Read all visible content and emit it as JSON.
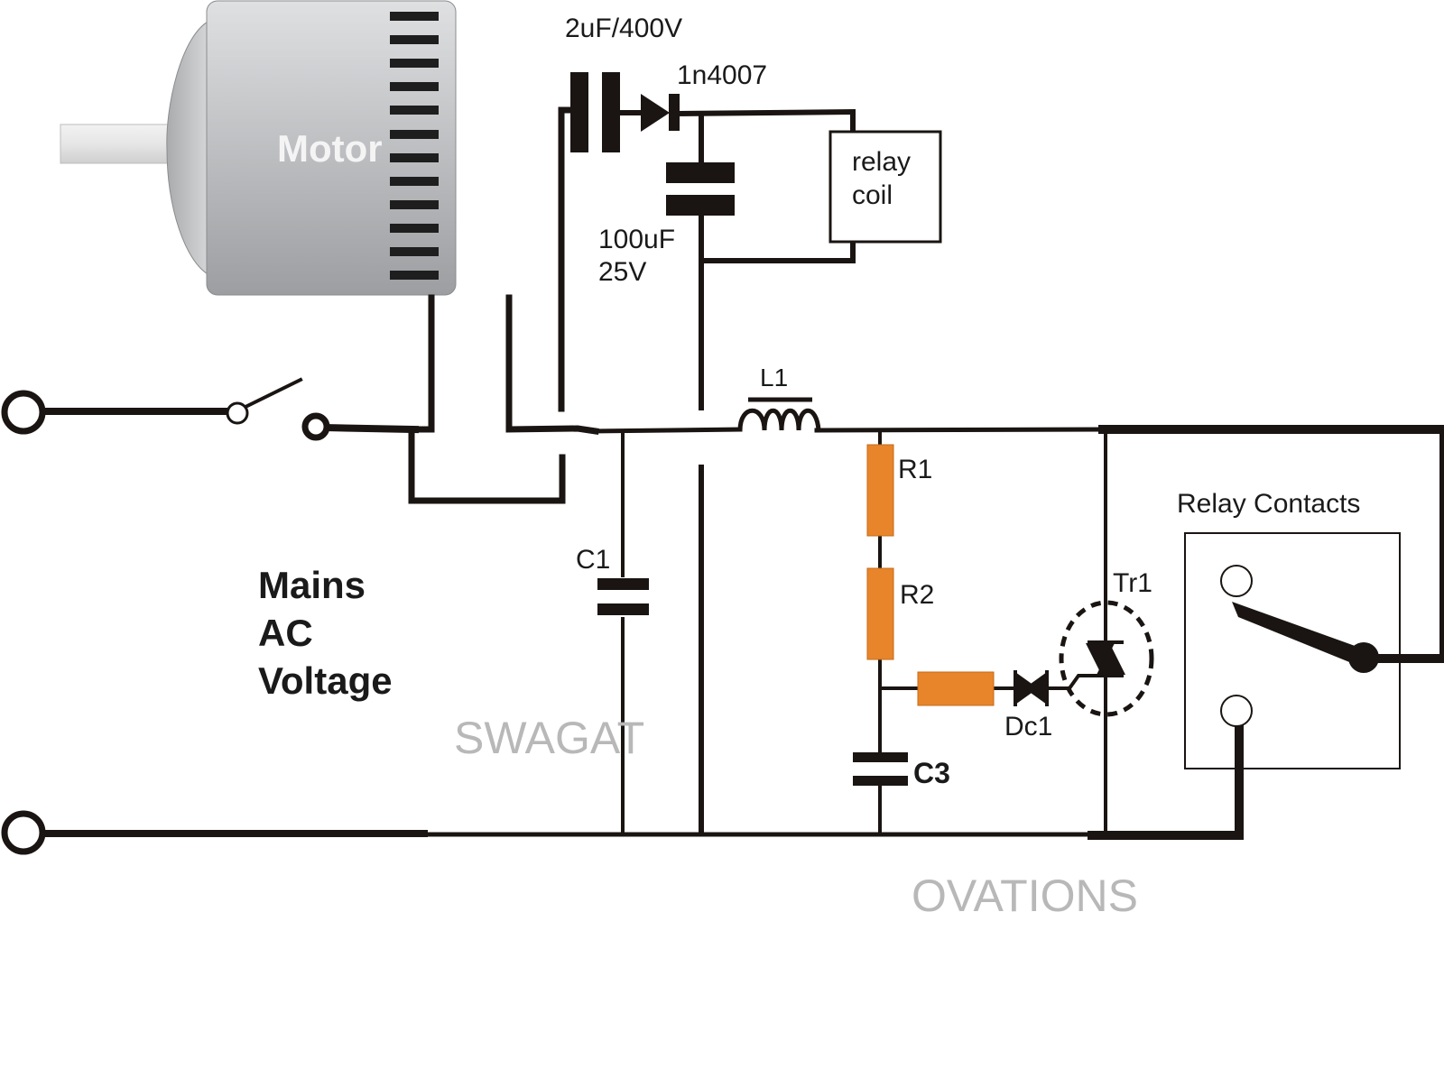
{
  "motor": {
    "label": "Motor"
  },
  "labels": {
    "cap_top": "2uF/400V",
    "diode_top": "1n4007",
    "relay_coil_line1": "relay",
    "relay_coil_line2": "coil",
    "cap_100_line1": "100uF",
    "cap_100_line2": "25V",
    "inductor": "L1",
    "r1": "R1",
    "r2": "R2",
    "c1": "C1",
    "c3": "C3",
    "diac": "Dc1",
    "triac": "Tr1",
    "relay_contacts": "Relay Contacts",
    "mains_line1": "Mains",
    "mains_line2": "AC",
    "mains_line3": "Voltage"
  },
  "watermark": {
    "left": "SWAGAT",
    "right": "OVATIONS"
  },
  "colors": {
    "wire": "#1a1512",
    "resistor": "#e8852a",
    "motor_body": "#b4b6b9",
    "watermark": "#b8b8b8"
  }
}
